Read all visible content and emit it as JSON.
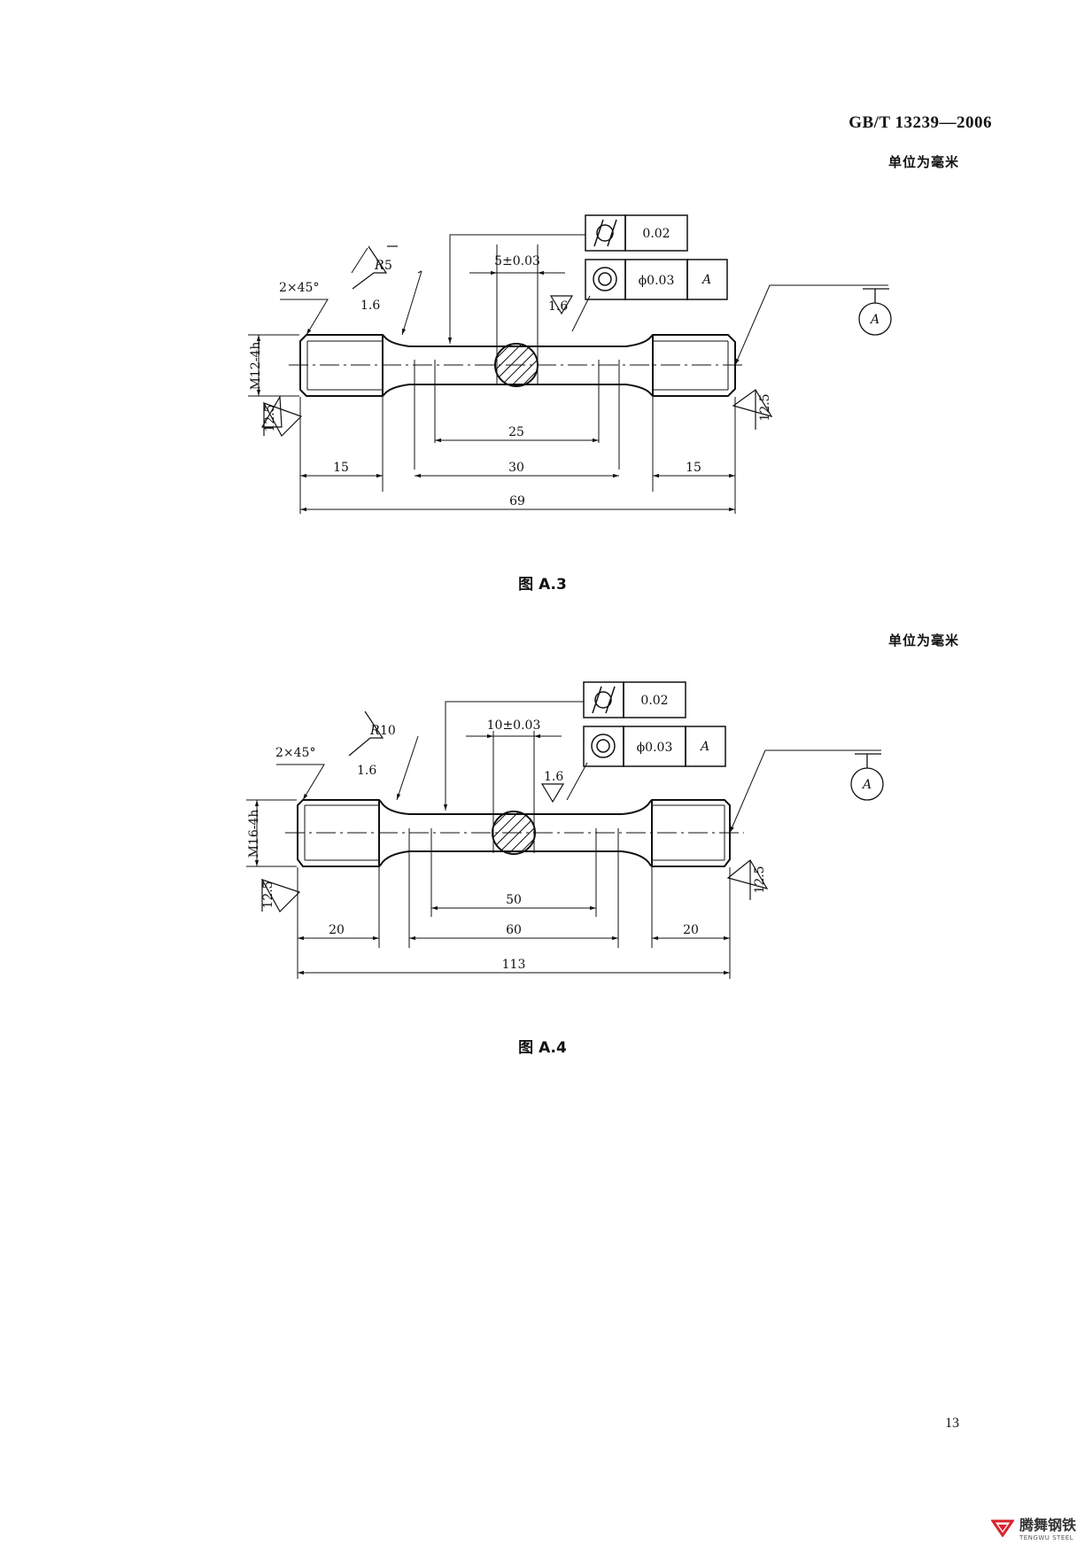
{
  "header": {
    "standard_code": "GB/T 13239—2006"
  },
  "unit_note": "单位为毫米",
  "figures": [
    {
      "caption": "图 A.3",
      "thread": "M12-4h",
      "radius_prefix": "R",
      "radius_value": "5",
      "chamfer": "2×45°",
      "roughness_fine": "1.6",
      "roughness_coarse": "12.5",
      "gauge_tolerance": "5±0.03",
      "cylindricity_value": "0.02",
      "coaxiality_value": "ϕ0.03",
      "datum": "A",
      "dimensions": {
        "left_end": "15",
        "right_end": "15",
        "reduced": "30",
        "gauge": "25",
        "total": "69"
      }
    },
    {
      "caption": "图 A.4",
      "thread": "M16-4h",
      "radius_prefix": "R",
      "radius_value": "10",
      "chamfer": "2×45°",
      "roughness_fine": "1.6",
      "roughness_coarse": "12.5",
      "gauge_tolerance": "10±0.03",
      "cylindricity_value": "0.02",
      "coaxiality_value": "ϕ0.03",
      "datum": "A",
      "dimensions": {
        "left_end": "20",
        "right_end": "20",
        "reduced": "60",
        "gauge": "50",
        "total": "113"
      }
    }
  ],
  "page_number": "13",
  "brand": {
    "name_cn": "腾舞钢铁",
    "name_en": "TENGWU STEEL",
    "color": "#d9232d"
  }
}
